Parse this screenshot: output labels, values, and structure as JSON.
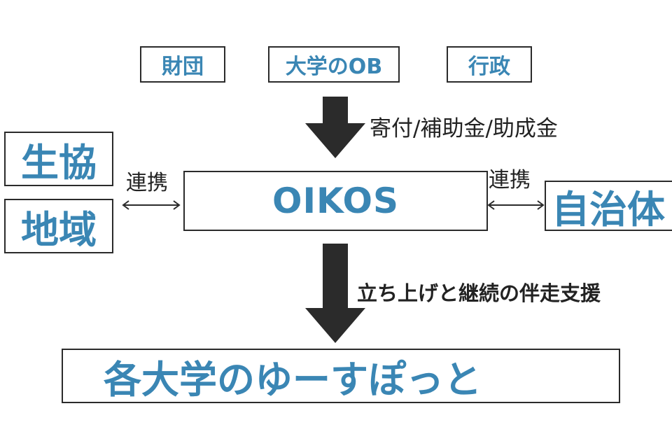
{
  "colors": {
    "accent": "#3a86b4",
    "line": "#2b2b2b",
    "arrow": "#2b2b2b"
  },
  "top_sources": {
    "zaidan": "財団",
    "university_ob": "大学のOB",
    "gyosei": "行政"
  },
  "funding_label": "寄付/補助金/助成金",
  "left_partners": {
    "seikyo": "生協",
    "chiiki": "地域"
  },
  "center": {
    "oikos": "OIKOS"
  },
  "right_partner": {
    "jichitai": "自治体"
  },
  "renkei_left": "連携",
  "renkei_right": "連携",
  "support_label": "立ち上げと継続の伴走支援",
  "bottom": {
    "target": "各大学のゆーすぽっと"
  }
}
